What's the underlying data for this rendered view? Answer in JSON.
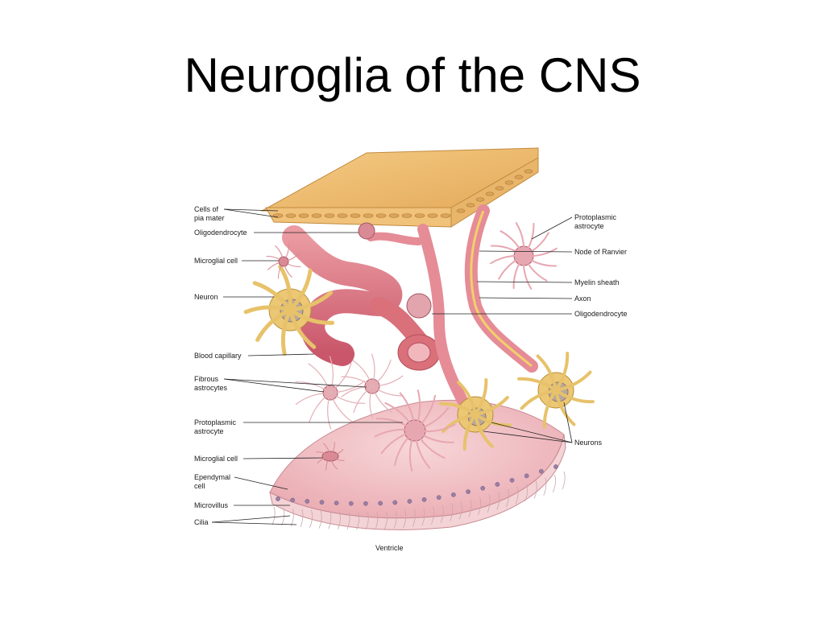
{
  "slide": {
    "title": "Neuroglia of the CNS"
  },
  "colors": {
    "pia": "#e9b86a",
    "capillary": "#d9707a",
    "neuron": "#e7c26a",
    "tissue": "#f2c3c8",
    "leader": "#222222"
  },
  "labels": {
    "left": [
      {
        "key": "cells-of-pia-mater",
        "text": "Cells of\npia mater"
      },
      {
        "key": "oligodendrocyte-left",
        "text": "Oligodendrocyte"
      },
      {
        "key": "microglial-cell-top",
        "text": "Microglial cell"
      },
      {
        "key": "neuron",
        "text": "Neuron"
      },
      {
        "key": "blood-capillary",
        "text": "Blood capillary"
      },
      {
        "key": "fibrous-astrocytes",
        "text": "Fibrous\nastrocytes"
      },
      {
        "key": "protoplasmic-astrocyte-left",
        "text": "Protoplasmic\nastrocyte"
      },
      {
        "key": "microglial-cell-bottom",
        "text": "Microglial cell"
      },
      {
        "key": "ependymal-cell",
        "text": "Ependymal\ncell"
      },
      {
        "key": "microvillus",
        "text": "Microvillus"
      },
      {
        "key": "cilia",
        "text": "Cilia"
      }
    ],
    "right": [
      {
        "key": "protoplasmic-astrocyte-right",
        "text": "Protoplasmic\nastrocyte"
      },
      {
        "key": "node-of-ranvier",
        "text": "Node of Ranvier"
      },
      {
        "key": "myelin-sheath",
        "text": "Myelin sheath"
      },
      {
        "key": "axon",
        "text": "Axon"
      },
      {
        "key": "oligodendrocyte-right",
        "text": "Oligodendrocyte"
      },
      {
        "key": "neurons",
        "text": "Neurons"
      }
    ],
    "bottom": {
      "key": "ventricle",
      "text": "Ventricle"
    }
  }
}
